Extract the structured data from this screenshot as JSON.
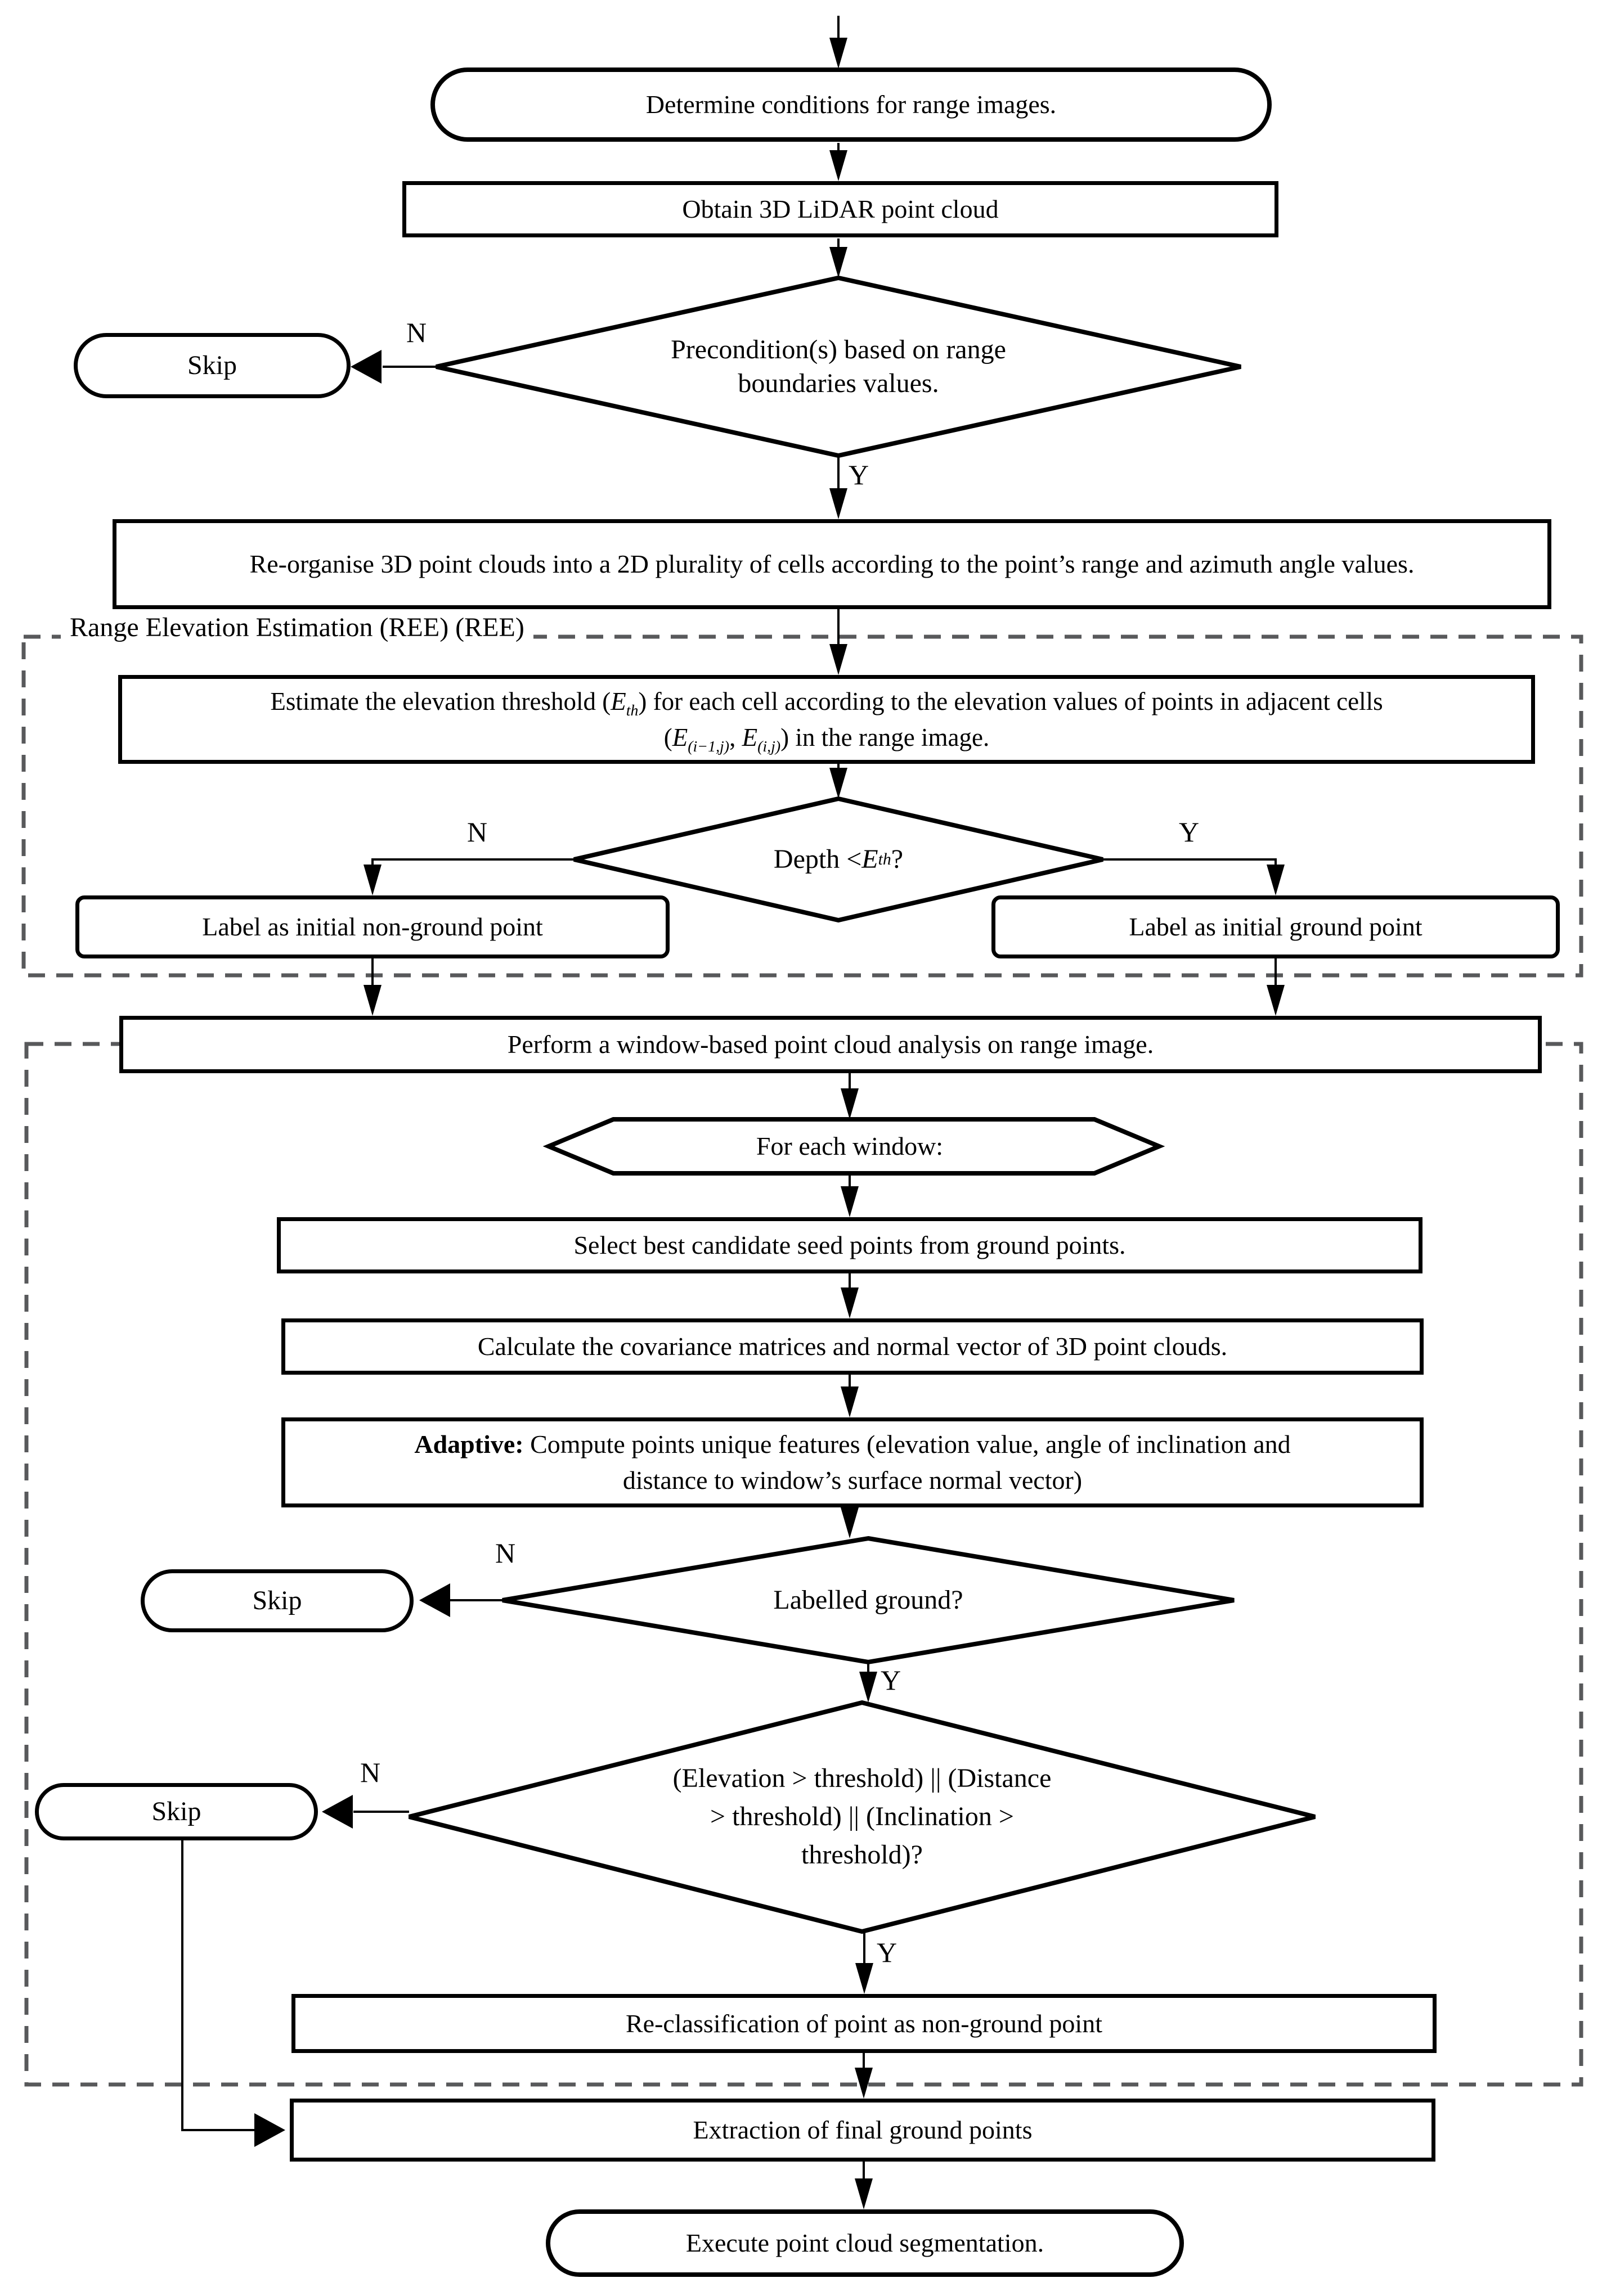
{
  "diagram": {
    "background": "#ffffff",
    "stroke_color": "#000000",
    "dashed_color": "#58595b",
    "branch_labels": {
      "n": "N",
      "y": "Y"
    },
    "groups": {
      "ree_label": "Range Elevation Estimation (REE) (REE)"
    },
    "nodes": {
      "determine": {
        "label": "Determine conditions for range images."
      },
      "obtain": {
        "label": "Obtain 3D LiDAR point cloud"
      },
      "precondition": {
        "line1": "Precondition(s) based on range",
        "line2": "boundaries values."
      },
      "skip1": {
        "label": "Skip"
      },
      "reorganise": {
        "label": "Re-organise 3D point clouds into a 2D plurality of cells according to the point’s range and azimuth angle values."
      },
      "estimate": {
        "t1": "Estimate the elevation threshold (",
        "e1": "E",
        "sub1": "th",
        "t2": ") for each cell according to the elevation values of points in adjacent cells",
        "t3": "(",
        "e2": "E",
        "sub2": "(i−1,j)",
        "t4": ", ",
        "e3": "E",
        "sub3": "(i,j)",
        "t5": ") in the range image."
      },
      "depth": {
        "t1": "Depth < ",
        "e": "E",
        "sub": "th",
        "t2": "?"
      },
      "nonground": {
        "label": "Label as initial non-ground point"
      },
      "ground": {
        "label": "Label as initial ground point"
      },
      "perform": {
        "label": "Perform a window-based point cloud analysis on range image."
      },
      "foreach": {
        "label": "For each window:"
      },
      "select": {
        "label": "Select best candidate seed points from ground points."
      },
      "calculate": {
        "label": "Calculate the covariance matrices and normal vector of 3D point clouds."
      },
      "adaptive": {
        "bold": "Adaptive:",
        "rest": " Compute points unique features (elevation value, angle of inclination and",
        "line2": "distance to window’s surface normal vector)"
      },
      "labelled": {
        "label": "Labelled ground?"
      },
      "skip2": {
        "label": "Skip"
      },
      "bigcond": {
        "line1": "(Elevation > threshold) || (Distance",
        "line2": "> threshold) || (Inclination >",
        "line3": "threshold)?"
      },
      "skip3": {
        "label": "Skip"
      },
      "reclass": {
        "label": "Re-classification of point as non-ground point"
      },
      "extraction": {
        "label": "Extraction of final ground points"
      },
      "execute": {
        "label": "Execute point cloud segmentation."
      }
    }
  }
}
